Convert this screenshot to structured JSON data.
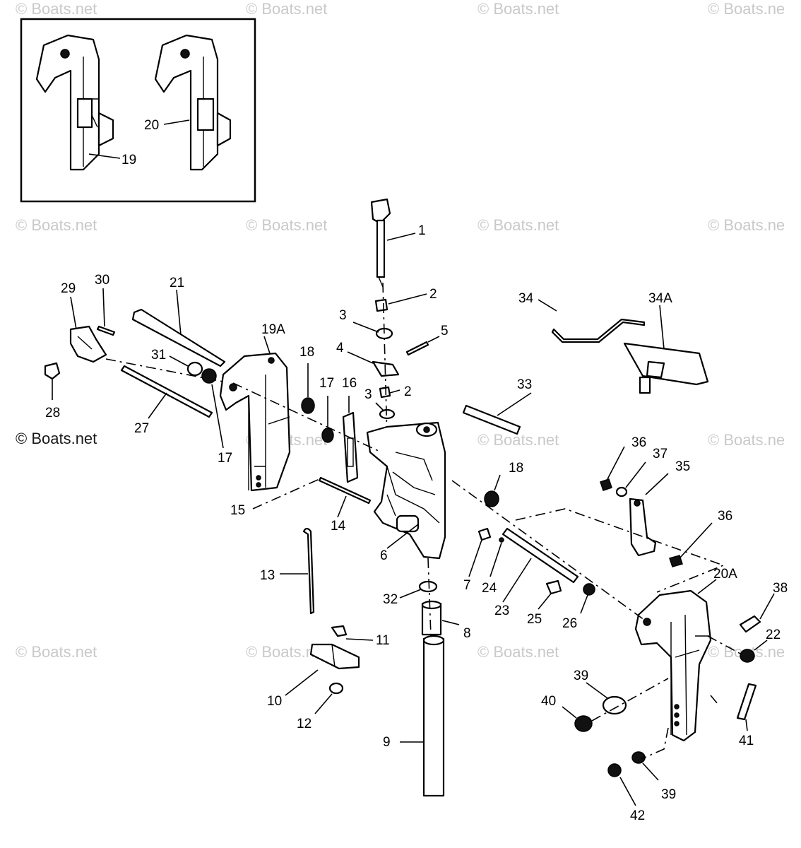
{
  "watermarks": [
    "© Boats.net",
    "© Boats.net",
    "© Boats.net",
    "© Boats.ne",
    "© Boats.net",
    "© Boats.net",
    "© Boats.net",
    "© Boats.ne",
    "© Boats.net",
    "© Boats.net",
    "© Boats.ne",
    "© Boats.net",
    "© Boats.net",
    "© Boats.net",
    "© Boats.ne"
  ],
  "watermark_main": "© Boats.net",
  "callouts": [
    "1",
    "2",
    "3",
    "4",
    "5",
    "2",
    "3",
    "6",
    "7",
    "8",
    "9",
    "10",
    "11",
    "12",
    "13",
    "14",
    "15",
    "16",
    "17",
    "17",
    "18",
    "18",
    "19",
    "19A",
    "20",
    "20A",
    "21",
    "22",
    "23",
    "24",
    "25",
    "26",
    "27",
    "28",
    "29",
    "30",
    "31",
    "32",
    "33",
    "34",
    "34A",
    "35",
    "36",
    "36",
    "37",
    "38",
    "39",
    "39",
    "40",
    "41",
    "42"
  ]
}
